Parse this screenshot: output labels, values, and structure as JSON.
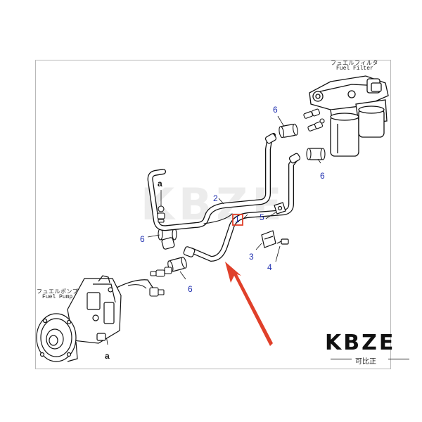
{
  "labels": {
    "fuel_filter_jp": "フュエルフィルタ",
    "fuel_filter_en": "Fuel Filter",
    "fuel_pump_jp": "フュエルポンプ",
    "fuel_pump_en": "Fuel Pump"
  },
  "part_numbers": [
    "1",
    "2",
    "3",
    "4",
    "5",
    "6"
  ],
  "callouts": {
    "num_6_top": "6",
    "num_6_right": "6",
    "num_6_left": "6",
    "num_6_bottom": "6",
    "num_2": "2",
    "num_1": "1",
    "num_5": "5",
    "num_3": "3",
    "num_4": "4",
    "ref_a_top": "a",
    "ref_a_bottom": "a"
  },
  "watermark": {
    "brand_text": "KBZE",
    "brand_sub": "可比正"
  },
  "colors": {
    "callout_blue": "#1f2fb0",
    "highlight_red": "#e0402a",
    "line": "#111111"
  },
  "icons": [
    "red-arrow-icon",
    "highlight-box-icon"
  ]
}
